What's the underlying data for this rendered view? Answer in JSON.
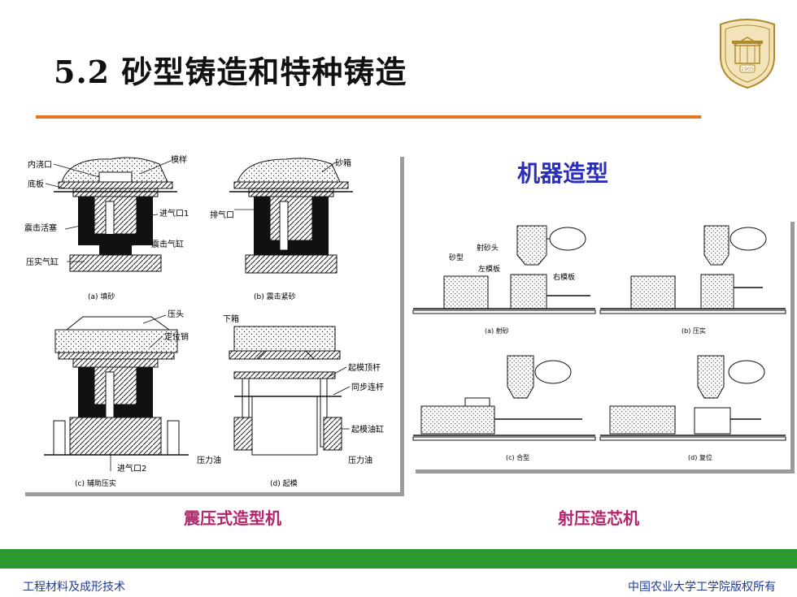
{
  "header": {
    "title": "5.2 砂型铸造和特种铸造",
    "logo_year": "1905"
  },
  "section_title": "机器造型",
  "left_figure": {
    "labels": {
      "neijiaokou": "内浇口",
      "diban": "底板",
      "moyang": "模样",
      "shaxiang": "砂箱",
      "jinqikou1": "进气口1",
      "paiqikou": "排气口",
      "zhenji_huosai": "震击活塞",
      "zhenji_qigang": "震击气缸",
      "yashi_qigang": "压实气缸",
      "yatou": "压头",
      "dingweixiao": "定位销",
      "xiaxiang": "下箱",
      "qimo_dinggan": "起模顶杆",
      "tongbu_liangan": "同步连杆",
      "qimo_yougang": "起模油缸",
      "yaliyou_l": "压力油",
      "yaliyou_r": "压力油",
      "jinqikou2": "进气口2"
    },
    "subcaptions": {
      "a": "(a) 填砂",
      "b": "(b) 震击紧砂",
      "c": "(c) 辅助压实",
      "d": "(d) 起模"
    }
  },
  "right_figure": {
    "labels": {
      "shexing": "砂型",
      "sheshatou": "射砂头",
      "zuomoban": "左模板",
      "youmoban": "右模板"
    },
    "subcaptions": {
      "a": "(a) 射砂",
      "b": "(b) 压实",
      "c": "(c) 合型",
      "d": "(d) 复位"
    }
  },
  "captions": {
    "left": "震压式造型机",
    "right": "射压造芯机"
  },
  "footer": {
    "left": "工程材料及成形技术",
    "right": "中国农业大学工学院版权所有"
  },
  "colors": {
    "accent_rule": "#e8761e",
    "footer_bar": "#2c9a2f",
    "section_title": "#2b2fb7",
    "caption": "#b3246b"
  }
}
